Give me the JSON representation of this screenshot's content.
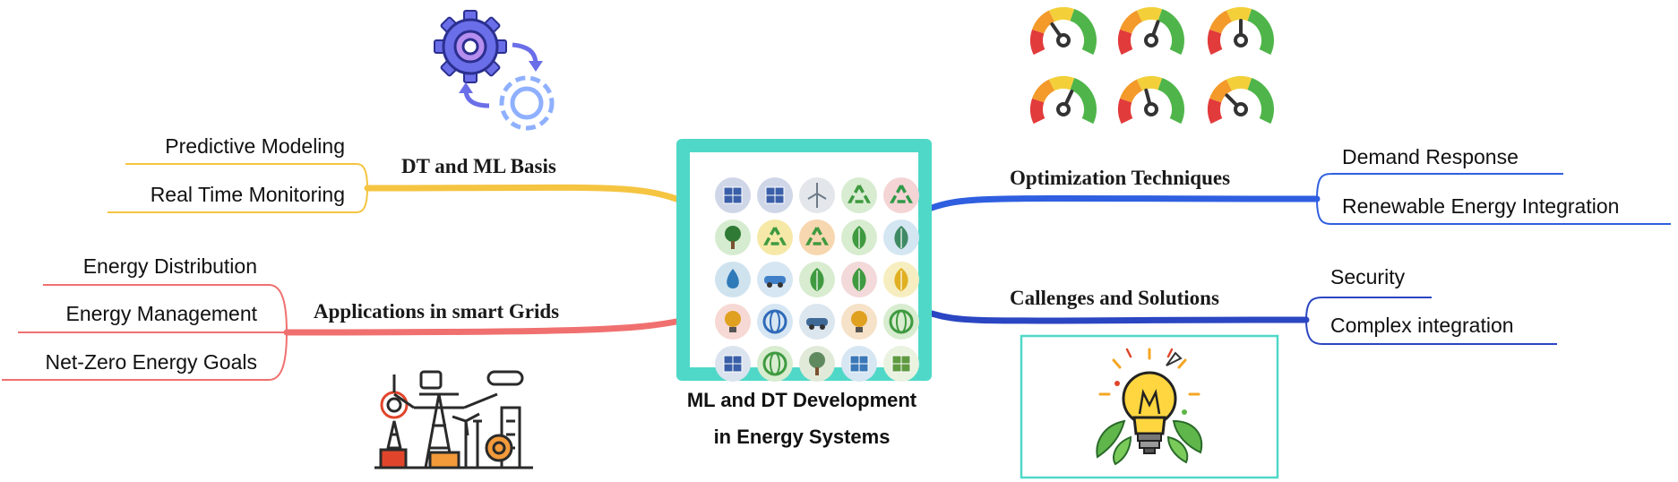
{
  "center": {
    "title_line1": "ML and DT Development",
    "title_line2": "in Energy Systems",
    "grid_icons": [
      "solar-panel-icon",
      "solar-panel-icon",
      "wind-turbine-icon",
      "recycle-icon",
      "recycle-icon",
      "tree-icon",
      "recycle-figure-icon",
      "recycle-icon",
      "leaf-icon",
      "leaf-icon",
      "water-drop-icon",
      "electric-car-icon",
      "leaf-icon",
      "leaf-icon",
      "leaf-icon",
      "light-bulb-icon",
      "globe-icon",
      "electric-car-icon",
      "light-bulb-icon",
      "eco-globe-icon",
      "solar-panel-icon",
      "globe-icon",
      "forest-icon",
      "city-icon",
      "bar-chart-icon"
    ]
  },
  "branches": {
    "dt_ml_basis": {
      "label": "DT and ML Basis",
      "color": "#f5c542",
      "leaves": [
        "Predictive Modeling",
        "Real Time Monitoring"
      ]
    },
    "applications": {
      "label": "Applications in smart Grids",
      "color": "#f07070",
      "leaves": [
        "Energy Distribution",
        "Energy Management",
        "Net-Zero Energy Goals"
      ]
    },
    "optimization": {
      "label": "Optimization Techniques",
      "color": "#2f5fe0",
      "leaves": [
        "Demand Response",
        "Renewable Energy Integration"
      ]
    },
    "challenges": {
      "label": "Callenges and Solutions",
      "color": "#2b46c2",
      "leaves": [
        "Security",
        "Complex integration"
      ]
    }
  },
  "illustrations": {
    "gears": "gears-icon",
    "gauges": "gauge-icon",
    "power_grid": "power-grid-icon",
    "idea": "light-bulb-icon"
  },
  "colors": {
    "frame": "#4fd8c8",
    "leaf_underline": "#2f5fe0"
  }
}
